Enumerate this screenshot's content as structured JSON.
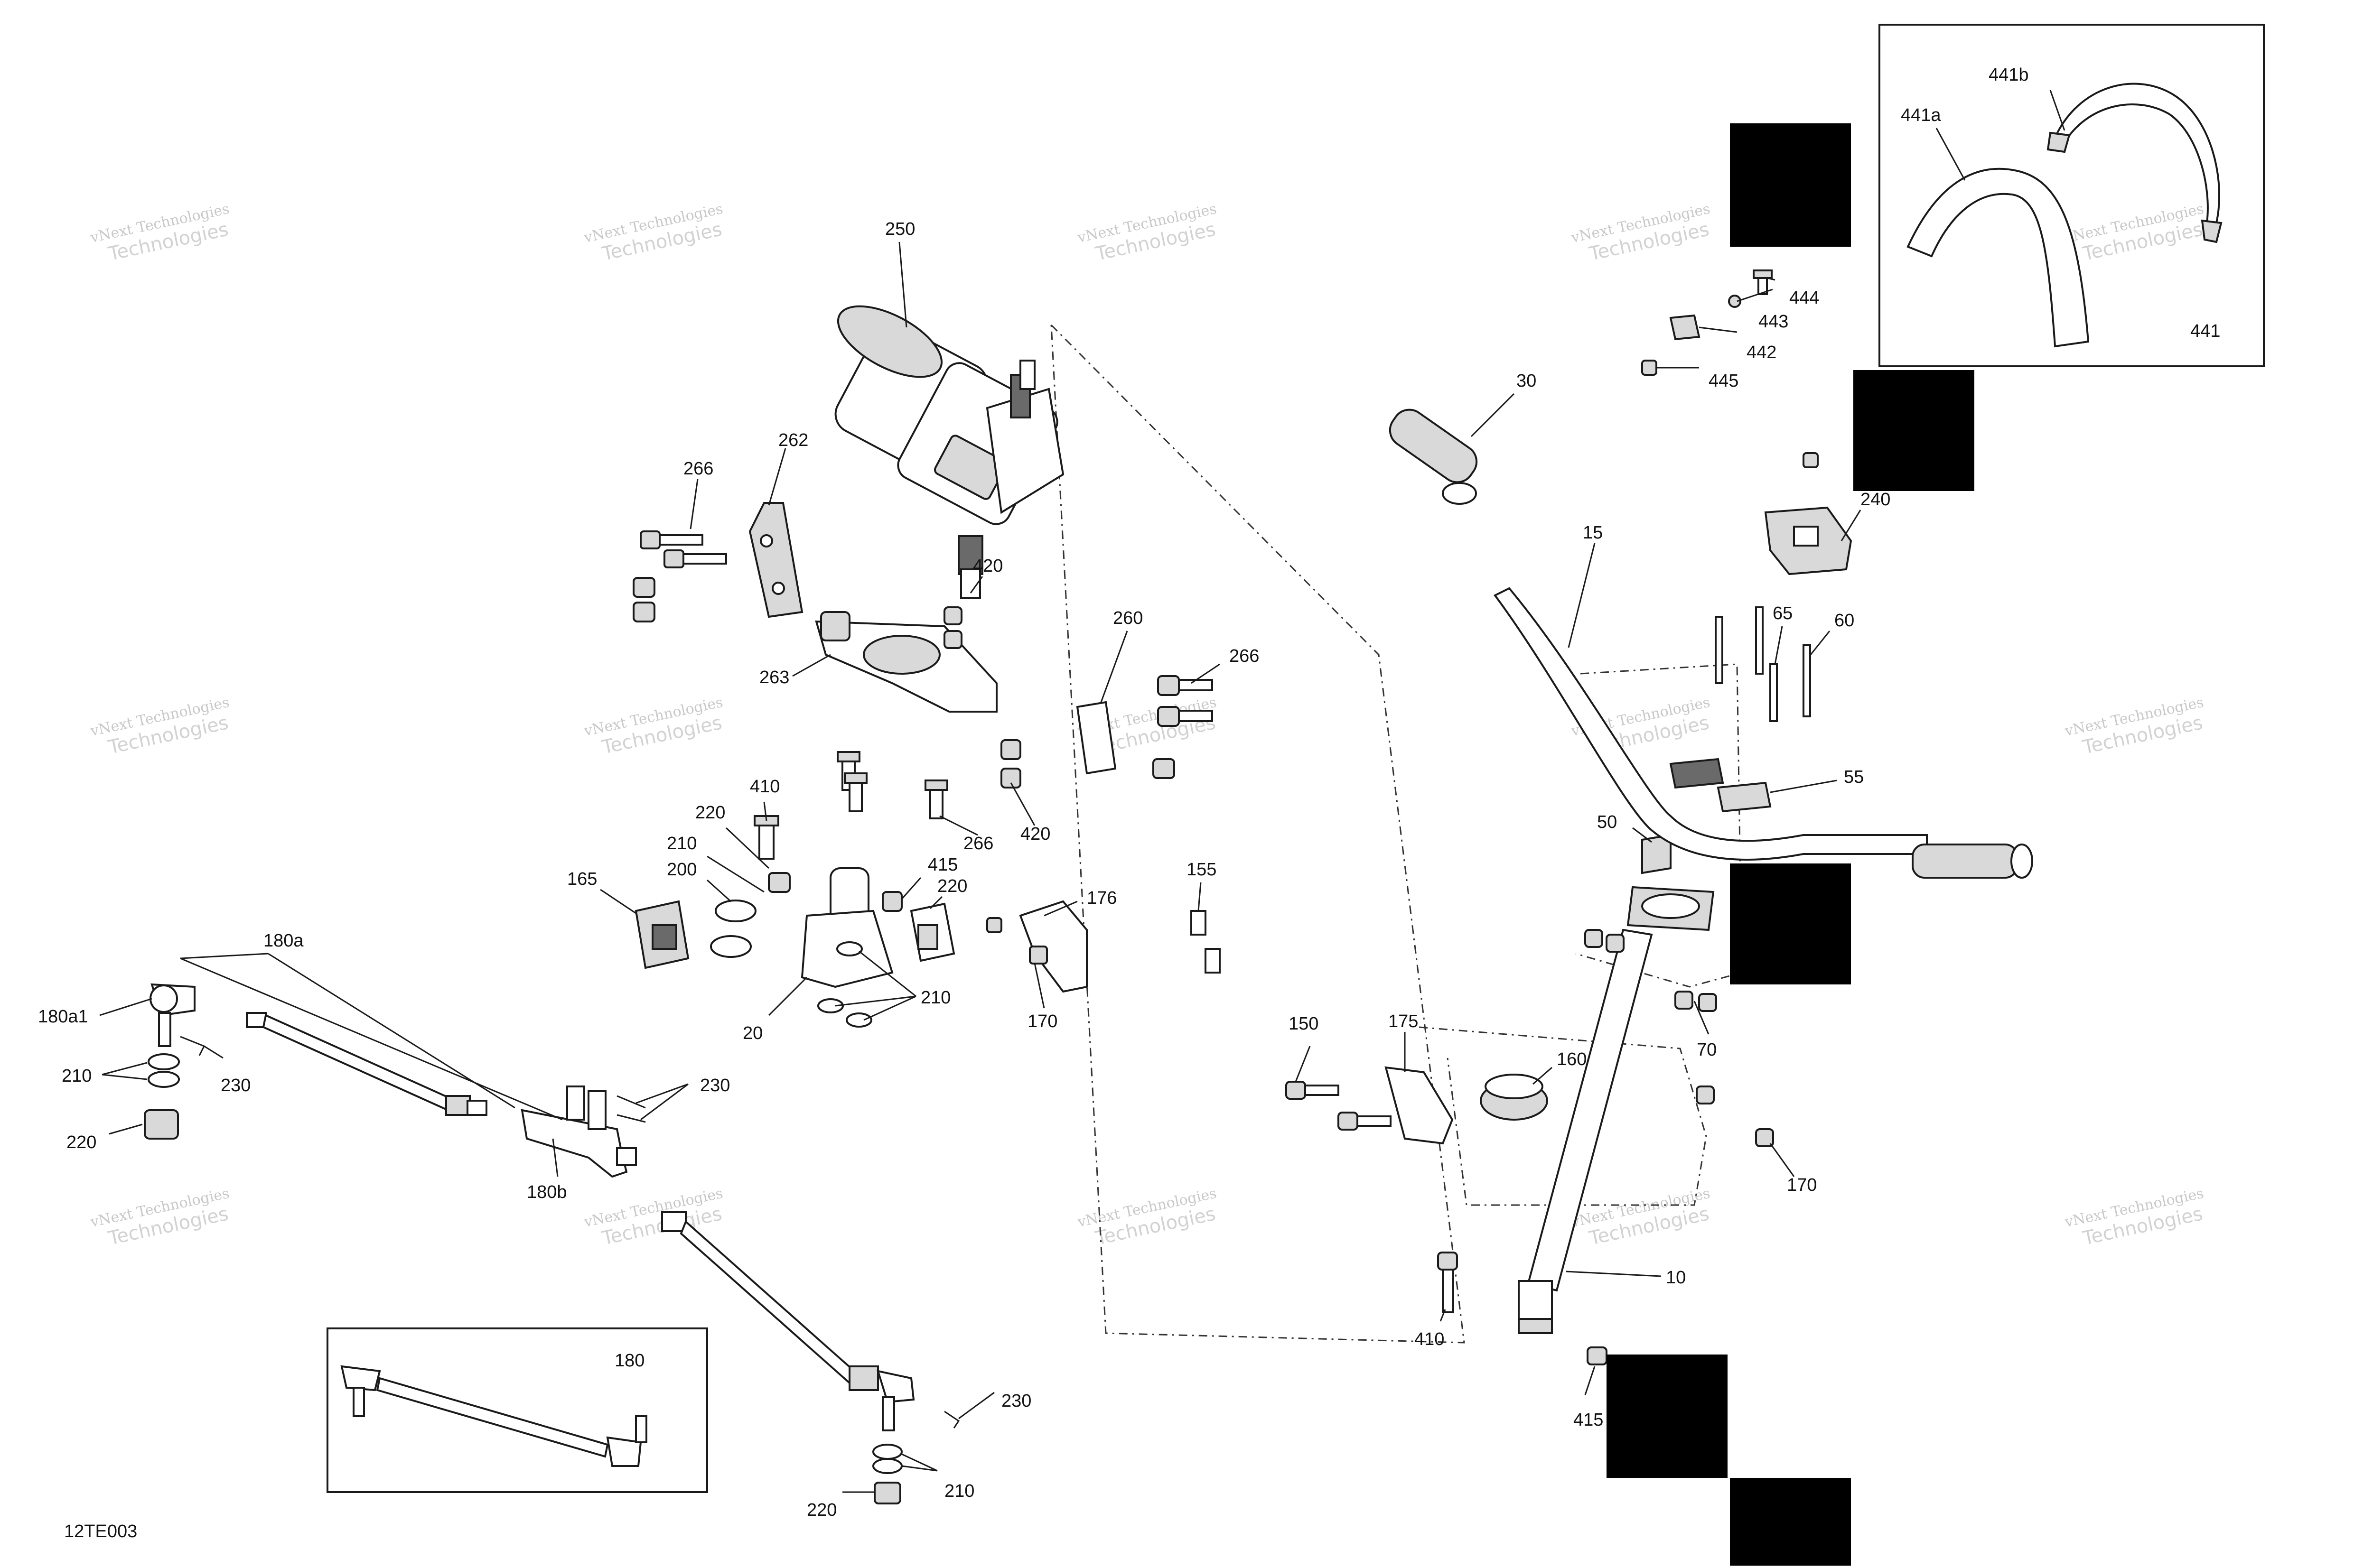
{
  "diagram_code": "12TE003",
  "watermark": {
    "line1": "vNext Technologies",
    "line2": "Technologies"
  },
  "callouts": [
    {
      "id": "c250",
      "text": "250"
    },
    {
      "id": "c262",
      "text": "262"
    },
    {
      "id": "c266a",
      "text": "266"
    },
    {
      "id": "c420a",
      "text": "420"
    },
    {
      "id": "c260",
      "text": "260"
    },
    {
      "id": "c266b",
      "text": "266"
    },
    {
      "id": "c263",
      "text": "263"
    },
    {
      "id": "c420b",
      "text": "420"
    },
    {
      "id": "c266c",
      "text": "266"
    },
    {
      "id": "c410a",
      "text": "410"
    },
    {
      "id": "c220a",
      "text": "220"
    },
    {
      "id": "c210a",
      "text": "210"
    },
    {
      "id": "c200",
      "text": "200"
    },
    {
      "id": "c165",
      "text": "165"
    },
    {
      "id": "c415a",
      "text": "415"
    },
    {
      "id": "c220b",
      "text": "220"
    },
    {
      "id": "c176",
      "text": "176"
    },
    {
      "id": "c155",
      "text": "155"
    },
    {
      "id": "c210b",
      "text": "210"
    },
    {
      "id": "c20",
      "text": "20"
    },
    {
      "id": "c170a",
      "text": "170"
    },
    {
      "id": "c180a",
      "text": "180a"
    },
    {
      "id": "c180a1",
      "text": "180a1"
    },
    {
      "id": "c210c",
      "text": "210"
    },
    {
      "id": "c230a",
      "text": "230"
    },
    {
      "id": "c220c",
      "text": "220"
    },
    {
      "id": "c230b",
      "text": "230"
    },
    {
      "id": "c180b",
      "text": "180b"
    },
    {
      "id": "c180",
      "text": "180"
    },
    {
      "id": "c230c",
      "text": "230"
    },
    {
      "id": "c210d",
      "text": "210"
    },
    {
      "id": "c220d",
      "text": "220"
    },
    {
      "id": "c441b",
      "text": "441b"
    },
    {
      "id": "c441a",
      "text": "441a"
    },
    {
      "id": "c441",
      "text": "441"
    },
    {
      "id": "c444",
      "text": "444"
    },
    {
      "id": "c443",
      "text": "443"
    },
    {
      "id": "c442",
      "text": "442"
    },
    {
      "id": "c445",
      "text": "445"
    },
    {
      "id": "c30",
      "text": "30"
    },
    {
      "id": "c240",
      "text": "240"
    },
    {
      "id": "c15",
      "text": "15"
    },
    {
      "id": "c65",
      "text": "65"
    },
    {
      "id": "c60",
      "text": "60"
    },
    {
      "id": "c55",
      "text": "55"
    },
    {
      "id": "c50",
      "text": "50"
    },
    {
      "id": "c70",
      "text": "70"
    },
    {
      "id": "c150",
      "text": "150"
    },
    {
      "id": "c175",
      "text": "175"
    },
    {
      "id": "c160",
      "text": "160"
    },
    {
      "id": "c170b",
      "text": "170"
    },
    {
      "id": "c10",
      "text": "10"
    },
    {
      "id": "c410b",
      "text": "410"
    },
    {
      "id": "c415b",
      "text": "415"
    }
  ]
}
